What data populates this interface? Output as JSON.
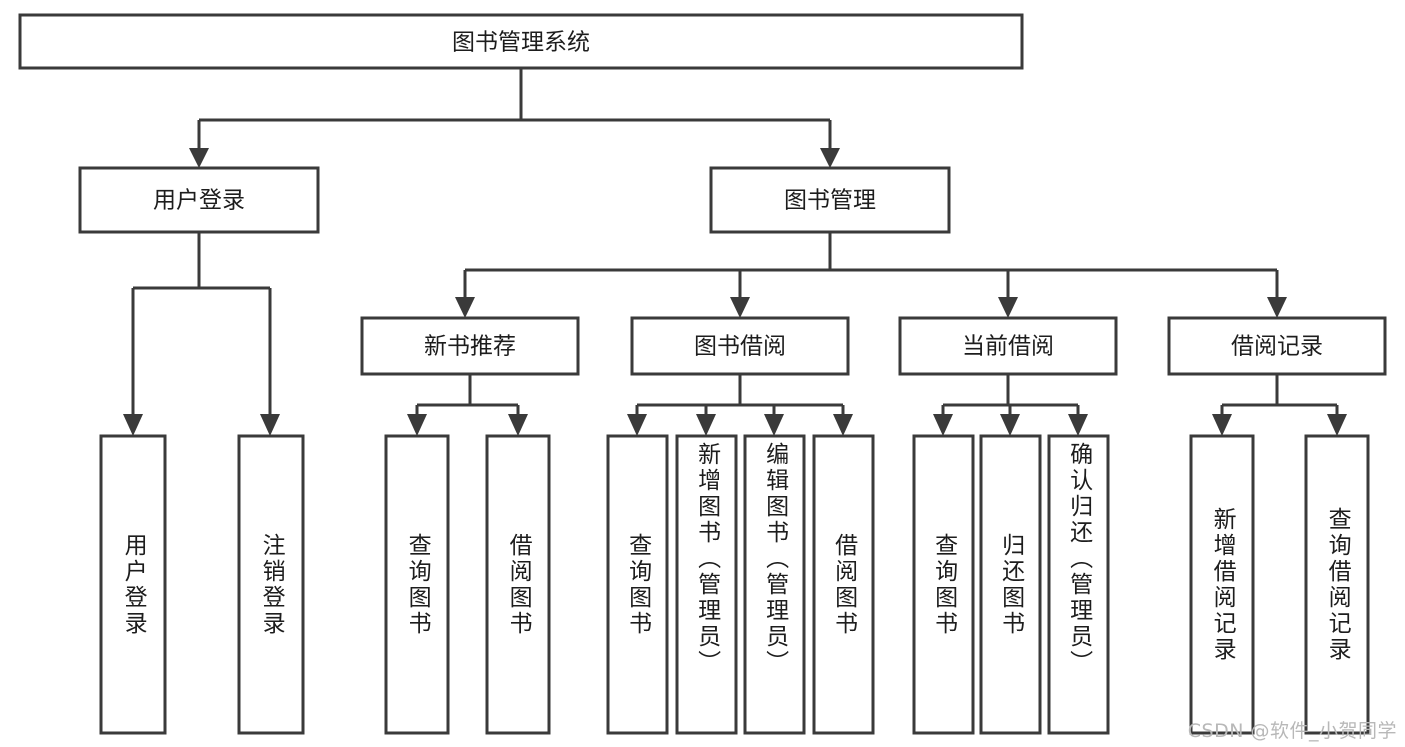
{
  "diagram": {
    "type": "tree-hierarchy-diagram",
    "title": "图书管理系统",
    "watermark": "CSDN @软件_小贺同学",
    "colors": {
      "stroke": "#3a3a3a",
      "fill": "#ffffff",
      "text": "#1d1d1d",
      "watermark": "#b8b8b8",
      "background": "#ffffff"
    },
    "root": {
      "label": "图书管理系统",
      "orientation": "horizontal"
    },
    "level2": [
      {
        "id": "user-login",
        "label": "用户登录",
        "orientation": "horizontal"
      },
      {
        "id": "book-management",
        "label": "图书管理",
        "orientation": "horizontal"
      }
    ],
    "level3": [
      {
        "id": "new-book-recommend",
        "label": "新书推荐",
        "orientation": "horizontal",
        "parent": "book-management"
      },
      {
        "id": "book-borrow",
        "label": "图书借阅",
        "orientation": "horizontal",
        "parent": "book-management"
      },
      {
        "id": "current-borrow",
        "label": "当前借阅",
        "orientation": "horizontal",
        "parent": "book-management"
      },
      {
        "id": "borrow-records",
        "label": "借阅记录",
        "orientation": "horizontal",
        "parent": "book-management"
      }
    ],
    "leaves": [
      {
        "id": "leaf-user-login",
        "label": "用户登录",
        "parent": "user-login",
        "orientation": "vertical"
      },
      {
        "id": "leaf-logout",
        "label": "注销登录",
        "parent": "user-login",
        "orientation": "vertical"
      },
      {
        "id": "leaf-query-book-1",
        "label": "查询图书",
        "parent": "new-book-recommend",
        "orientation": "vertical"
      },
      {
        "id": "leaf-borrow-book-1",
        "label": "借阅图书",
        "parent": "new-book-recommend",
        "orientation": "vertical"
      },
      {
        "id": "leaf-query-book-2",
        "label": "查询图书",
        "parent": "book-borrow",
        "orientation": "vertical"
      },
      {
        "id": "leaf-add-book",
        "label": "新增图书（管理员）",
        "parent": "book-borrow",
        "orientation": "vertical"
      },
      {
        "id": "leaf-edit-book",
        "label": "编辑图书（管理员）",
        "parent": "book-borrow",
        "orientation": "vertical"
      },
      {
        "id": "leaf-borrow-book-2",
        "label": "借阅图书",
        "parent": "book-borrow",
        "orientation": "vertical"
      },
      {
        "id": "leaf-query-book-3",
        "label": "查询图书",
        "parent": "current-borrow",
        "orientation": "vertical"
      },
      {
        "id": "leaf-return-book",
        "label": "归还图书",
        "parent": "current-borrow",
        "orientation": "vertical"
      },
      {
        "id": "leaf-confirm-return",
        "label": "确认归还（管理员）",
        "parent": "current-borrow",
        "orientation": "vertical"
      },
      {
        "id": "leaf-add-record",
        "label": "新增借阅记录",
        "parent": "borrow-records",
        "orientation": "vertical"
      },
      {
        "id": "leaf-query-record",
        "label": "查询借阅记录",
        "parent": "borrow-records",
        "orientation": "vertical"
      }
    ]
  }
}
